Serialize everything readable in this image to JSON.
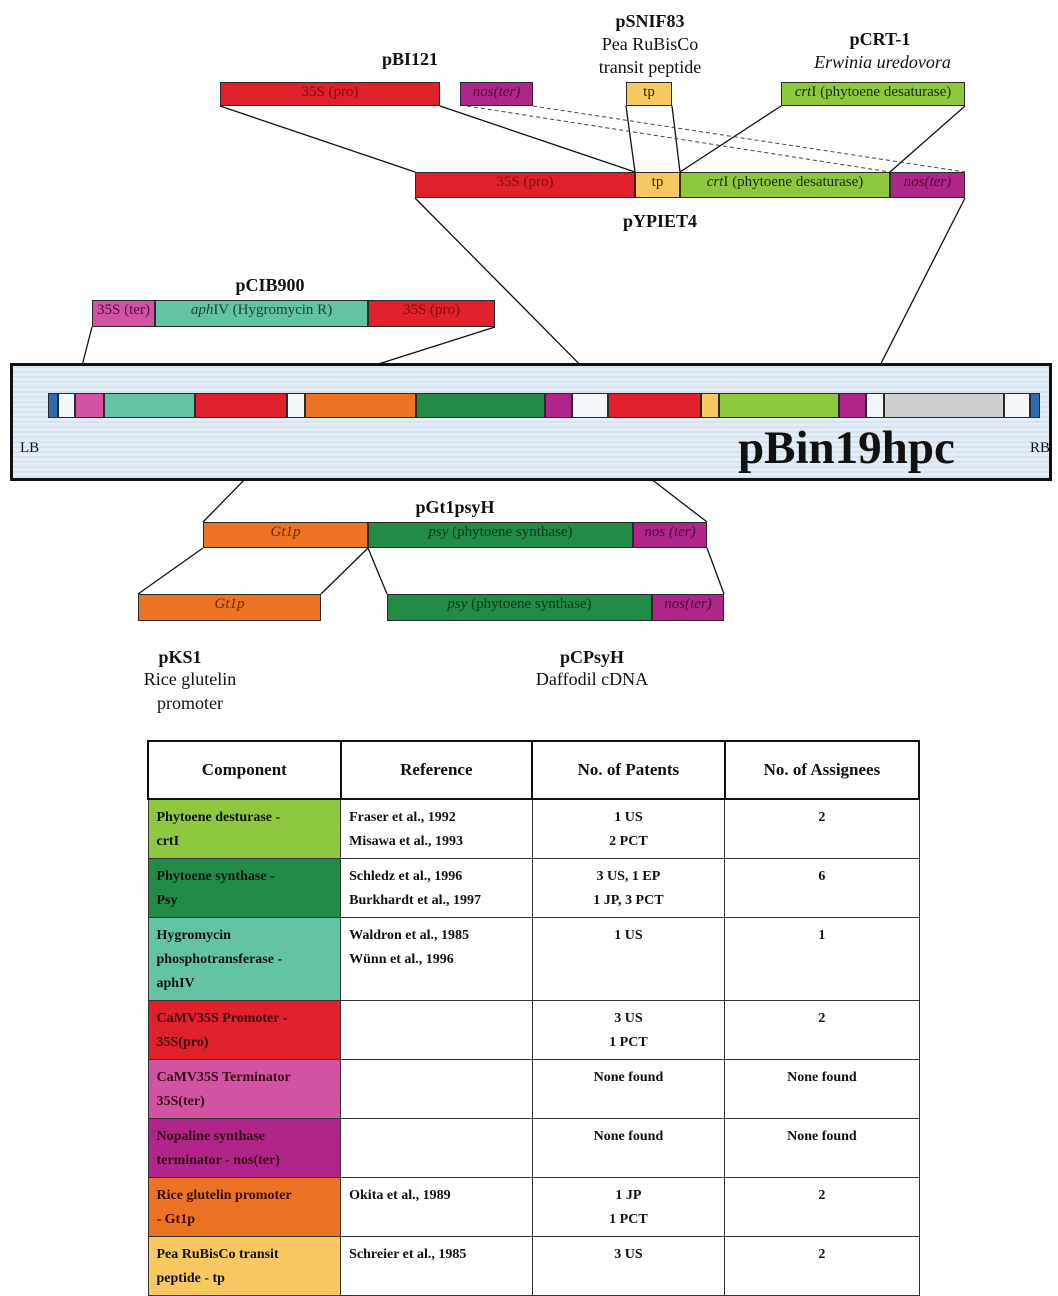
{
  "colors": {
    "red": "#e0202a",
    "magenta": "#b0258a",
    "pink": "#d253a3",
    "teal": "#62c4a4",
    "lime": "#8dc83f",
    "yellow": "#f9c861",
    "orange": "#ec7323",
    "dark_green": "#228b45",
    "gray": "#cfcfcf",
    "blue": "#2c6db1"
  },
  "pBI121": {
    "name": "pBI121",
    "seg_35s_pro": "35S (pro)",
    "seg_nos_ter": "nos(ter)"
  },
  "pSNIF83": {
    "name": "pSNIF83",
    "sub1": "Pea RuBisCo",
    "sub2": "transit peptide",
    "seg_tp": "tp"
  },
  "pCRT1": {
    "name": "pCRT-1",
    "sub": "Erwinia uredovora",
    "seg_crt_gene": "crt",
    "seg_crt_suffix": "I (phytoene desaturase)"
  },
  "pYPIET4": {
    "name": "pYPIET4",
    "seg_35s_pro": "35S (pro)",
    "seg_tp": "tp",
    "seg_crt_gene": "crt",
    "seg_crt_suffix": "I (phytoene desaturase)",
    "seg_nos_ter": "nos(ter)"
  },
  "pCIB900": {
    "name": "pCIB900",
    "seg_35s_ter": "35S (ter)",
    "seg_aph_gene": "aph",
    "seg_aph_suffix": "IV (Hygromycin R)",
    "seg_35s_pro": "35S (pro)"
  },
  "pBin19hpc": {
    "name": "pBin19hpc",
    "lb": "LB",
    "rb": "RB"
  },
  "pGt1psyH": {
    "name": "pGt1psyH",
    "seg_gt1p": "Gt1p",
    "seg_psy_gene": "psy",
    "seg_psy_suffix": " (phytoene synthase)",
    "seg_nos_ter": "nos (ter)"
  },
  "pKS1": {
    "name": "pKS1",
    "sub1": "Rice glutelin",
    "sub2": "promoter",
    "seg_gt1p": "Gt1p"
  },
  "pCPsyH": {
    "name": "pCPsyH",
    "sub": "Daffodil cDNA",
    "seg_psy_gene": "psy",
    "seg_psy_suffix": " (phytoene synthase)",
    "seg_nos_ter": "nos(ter)"
  },
  "table": {
    "headers": [
      "Component",
      "Reference",
      "No. of Patents",
      "No. of Assignees"
    ],
    "rows": [
      {
        "color": "#8dc83f",
        "component": [
          "Phytoene desturase -",
          "crtI"
        ],
        "reference": [
          "Fraser et al., 1992",
          "Misawa et al., 1993"
        ],
        "patents": [
          "1 US",
          "2 PCT"
        ],
        "assignees": "2"
      },
      {
        "color": "#228b45",
        "component": [
          "Phytoene synthase -",
          "Psy"
        ],
        "reference": [
          "Schledz et al., 1996",
          "Burkhardt et al., 1997"
        ],
        "patents": [
          "3 US, 1 EP",
          "1 JP, 3 PCT"
        ],
        "assignees": "6"
      },
      {
        "color": "#62c4a4",
        "component": [
          "Hygromycin",
          "phosphotransferase -",
          "aphIV"
        ],
        "reference": [
          "Waldron et al., 1985",
          "Wünn et al., 1996"
        ],
        "patents": [
          "1 US"
        ],
        "assignees": "1"
      },
      {
        "color": "#e0202a",
        "component": [
          "CaMV35S Promoter -",
          "35S(pro)"
        ],
        "reference": [],
        "patents": [
          "3 US",
          "1 PCT"
        ],
        "assignees": "2"
      },
      {
        "color": "#d253a3",
        "component": [
          "CaMV35S Terminator",
          "35S(ter)"
        ],
        "reference": [],
        "patents": [
          "None found"
        ],
        "assignees": "None found"
      },
      {
        "color": "#b0258a",
        "component": [
          "Nopaline synthase",
          "terminator - nos(ter)"
        ],
        "reference": [],
        "patents": [
          "None found"
        ],
        "assignees": "None found"
      },
      {
        "color": "#ec7323",
        "component": [
          "Rice glutelin promoter",
          "- Gt1p"
        ],
        "reference": [
          "Okita et al., 1989"
        ],
        "patents": [
          "1 JP",
          "1 PCT"
        ],
        "assignees": "2"
      },
      {
        "color": "#f9c861",
        "component": [
          "Pea RuBisCo transit",
          "peptide - tp"
        ],
        "reference": [
          "Schreier et al., 1985"
        ],
        "patents": [
          "3 US"
        ],
        "assignees": "2"
      }
    ]
  }
}
